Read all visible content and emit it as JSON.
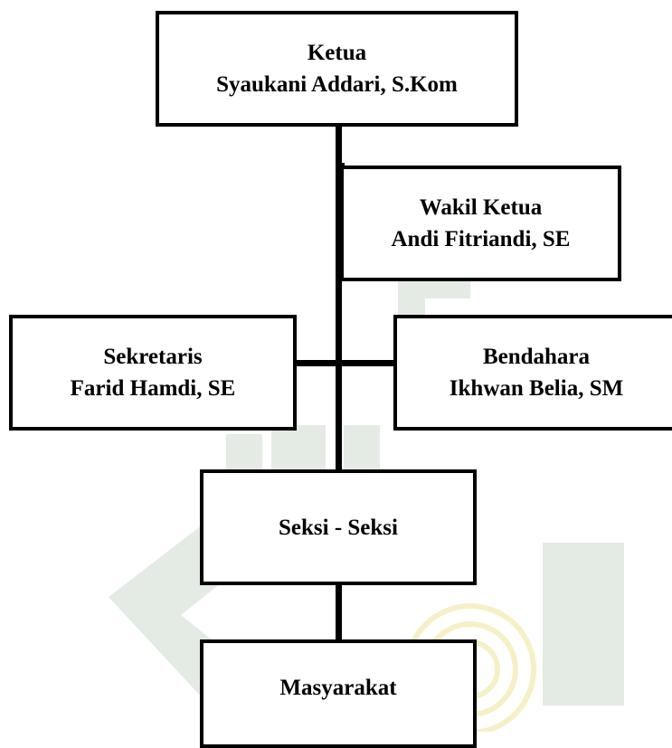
{
  "colors": {
    "line": "#000000",
    "box_border": "#000000",
    "watermark_green": "#e3ebe4",
    "watermark_yellow": "#f6f0c8"
  },
  "nodes": {
    "ketua": {
      "role": "Ketua",
      "name": "Syaukani Addari, S.Kom"
    },
    "wakil_ketua": {
      "role": "Wakil Ketua",
      "name": "Andi Fitriandi, SE"
    },
    "sekretaris": {
      "role": "Sekretaris",
      "name": "Farid Hamdi, SE"
    },
    "bendahara": {
      "role": "Bendahara",
      "name": "Ikhwan Belia, SM"
    },
    "seksi": {
      "role": "Seksi - Seksi"
    },
    "masyarakat": {
      "role": "Masyarakat"
    }
  }
}
